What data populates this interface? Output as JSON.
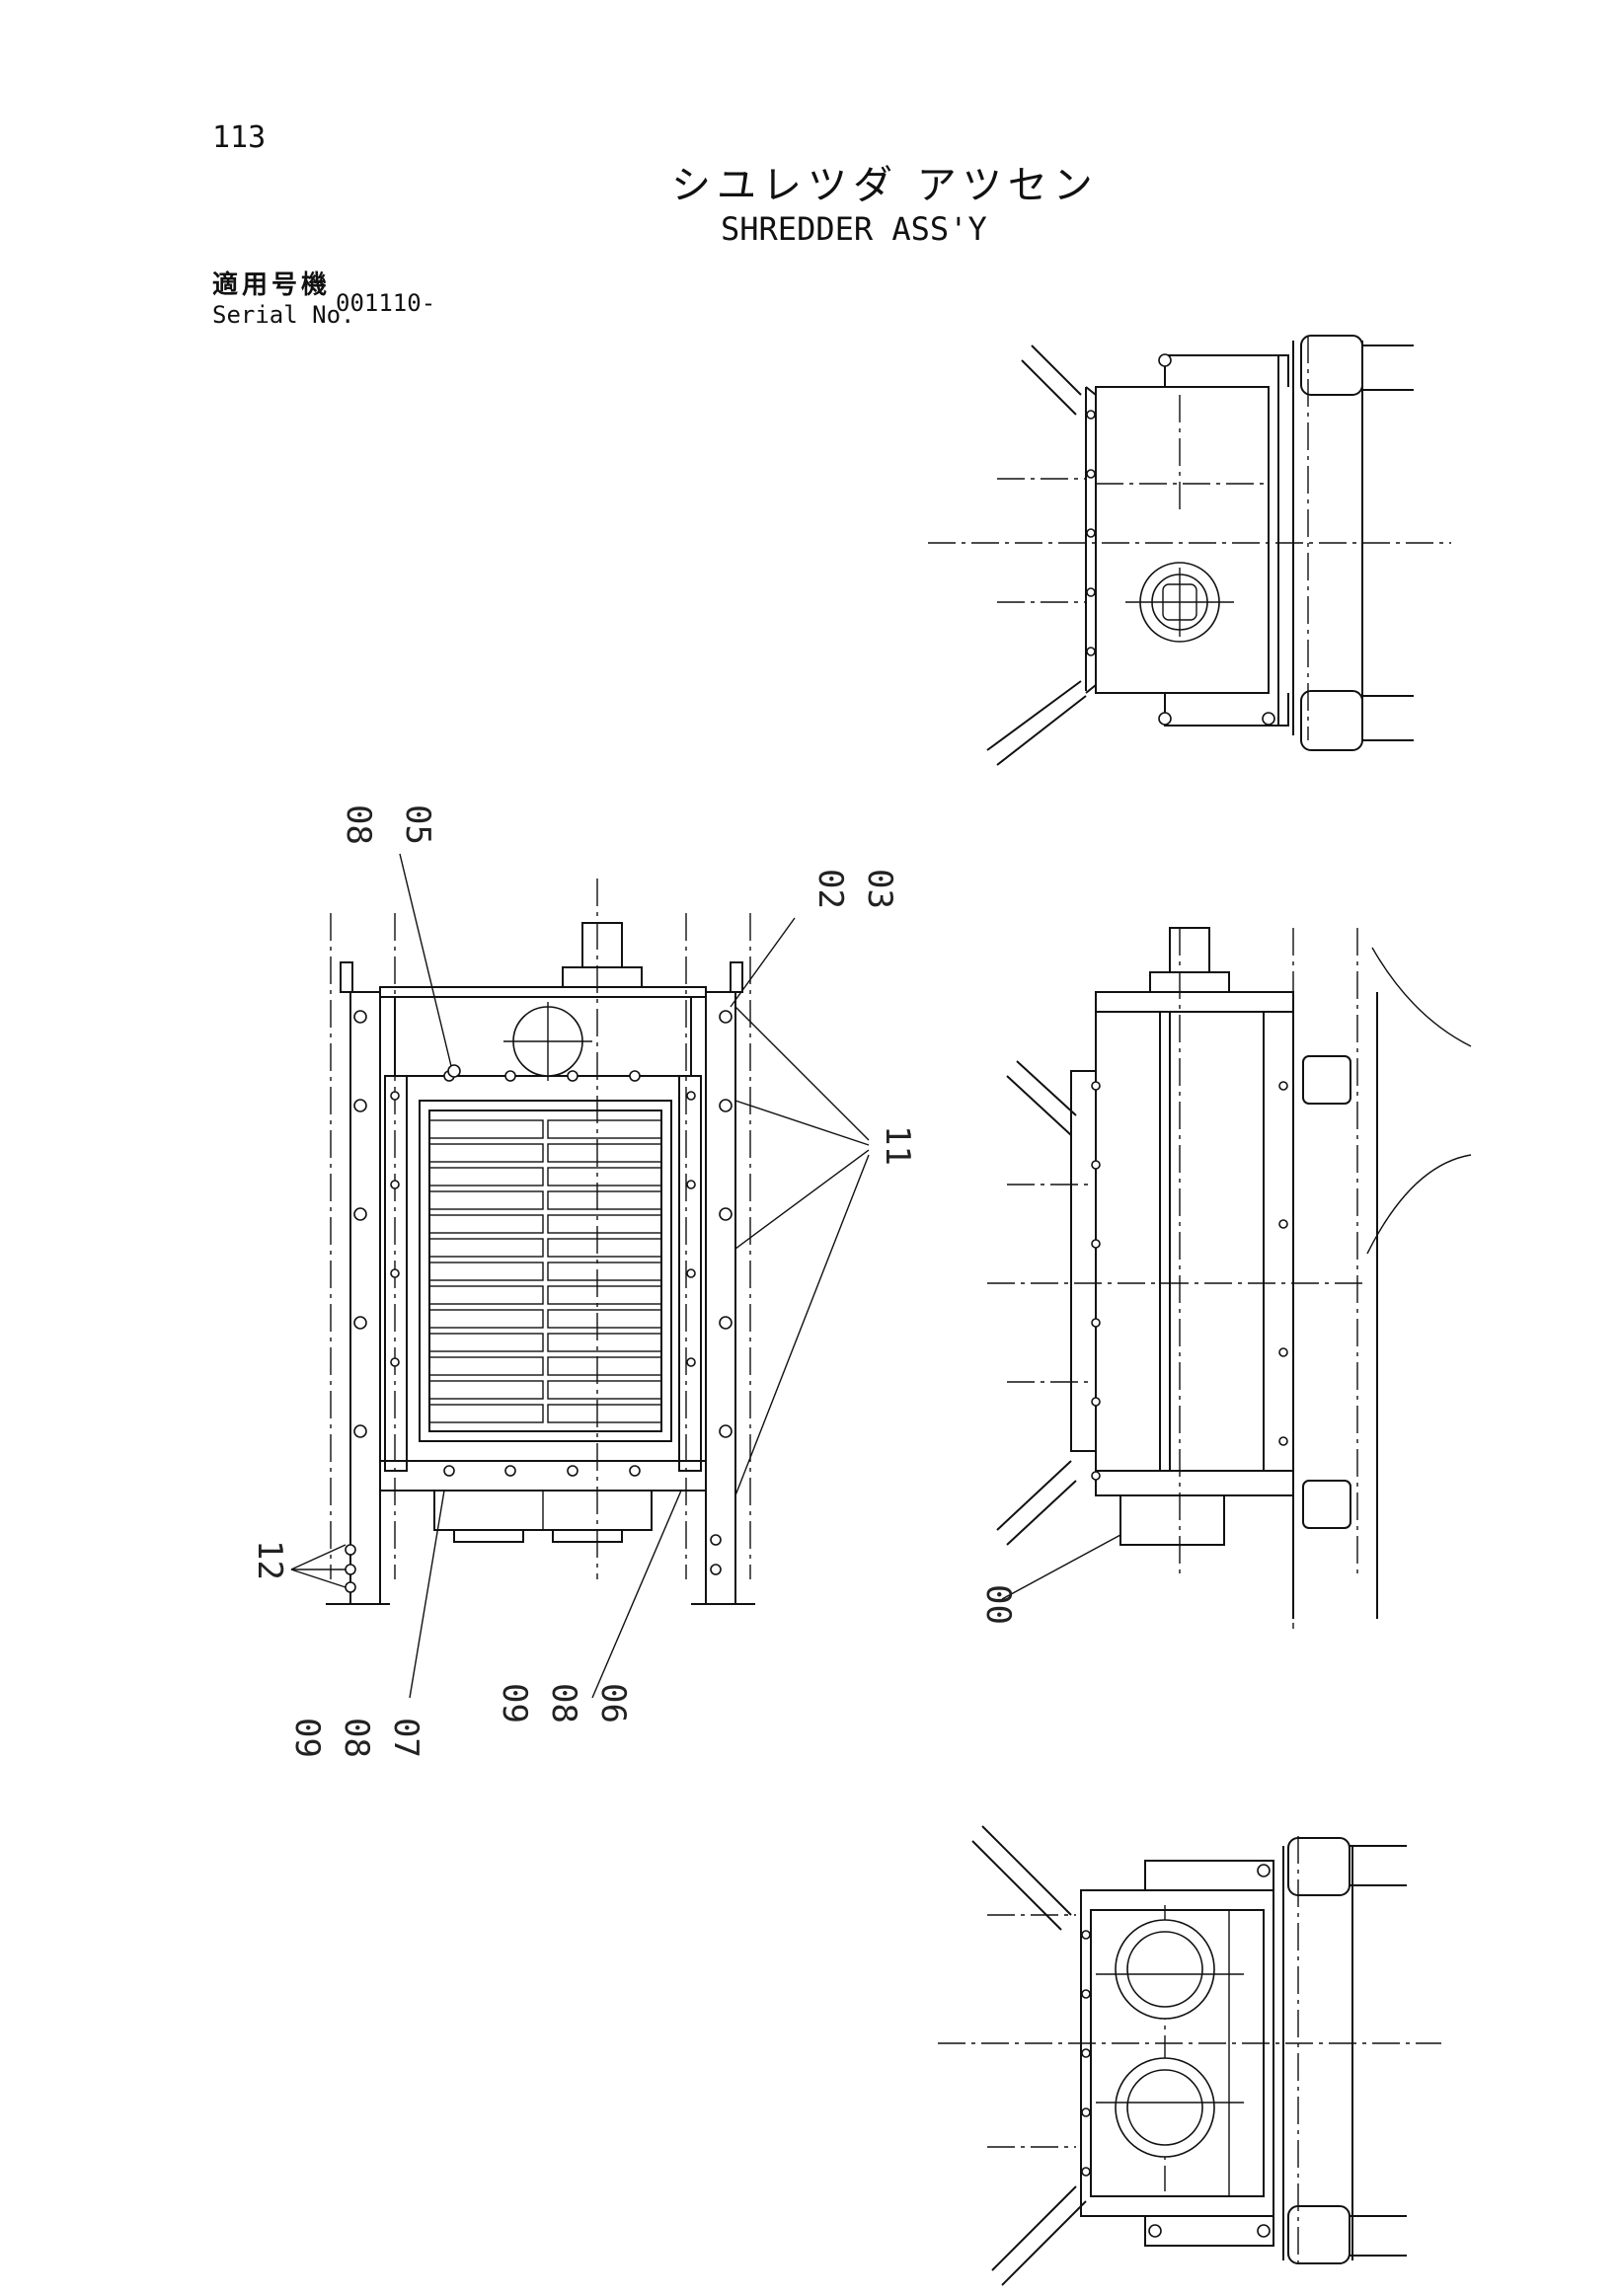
{
  "header": {
    "page_number": "113",
    "title_jp": "シユレツダ アツセン",
    "title_en": "SHREDDER ASS'Y",
    "serial_label_jp": "適用号機",
    "serial_label_en": "Serial No.",
    "serial_value": "001110-"
  },
  "callouts": {
    "c0805": [
      "08",
      "05"
    ],
    "c0203": [
      "02",
      "03"
    ],
    "c11": [
      "11"
    ],
    "c12": [
      "12"
    ],
    "c090807": [
      "09",
      "08",
      "07"
    ],
    "c090806": [
      "09",
      "08",
      "06"
    ],
    "c00": [
      "00"
    ]
  }
}
